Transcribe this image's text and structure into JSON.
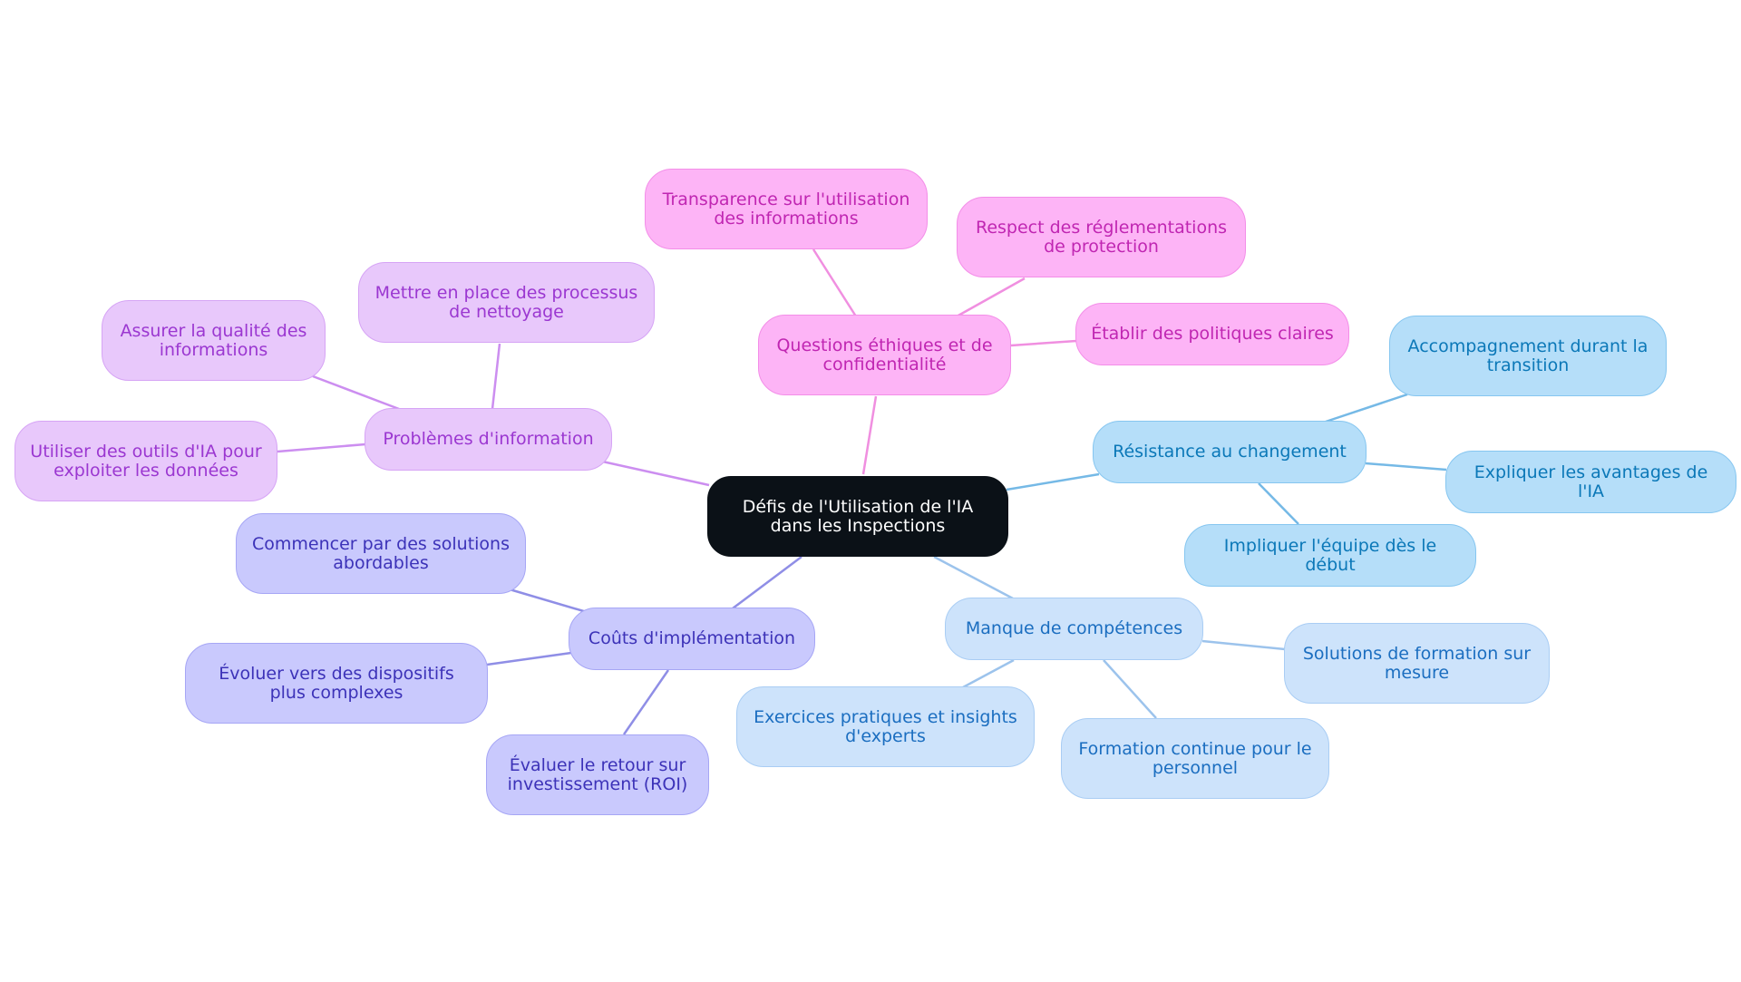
{
  "colors": {
    "root_bg": "#0b1117",
    "pink_line": "#f08fe0",
    "purple_line": "#cc8ef0",
    "indigo_line": "#8f8ee6",
    "cyan_line": "#75b9e6",
    "lightblue_line": "#9cc3ec"
  },
  "root": {
    "label": "Défis de l'Utilisation de l'IA dans les Inspections"
  },
  "branches": {
    "ethics": {
      "label": "Questions éthiques et de confidentialité",
      "children": [
        "Transparence sur l'utilisation des informations",
        "Respect des réglementations de protection",
        "Établir des politiques claires"
      ]
    },
    "information": {
      "label": "Problèmes d'information",
      "children": [
        "Mettre en place des processus de nettoyage",
        "Assurer la qualité des informations",
        "Utiliser des outils d'IA pour exploiter les données"
      ]
    },
    "costs": {
      "label": "Coûts d'implémentation",
      "children": [
        "Commencer par des solutions abordables",
        "Évoluer vers des dispositifs plus complexes",
        "Évaluer le retour sur investissement (ROI)"
      ]
    },
    "resistance": {
      "label": "Résistance au changement",
      "children": [
        "Accompagnement durant la transition",
        "Expliquer les avantages de l'IA",
        "Impliquer l'équipe dès le début"
      ]
    },
    "skills": {
      "label": "Manque de compétences",
      "children": [
        "Solutions de formation sur mesure",
        "Exercices pratiques et insights d'experts",
        "Formation continue pour le personnel"
      ]
    }
  }
}
